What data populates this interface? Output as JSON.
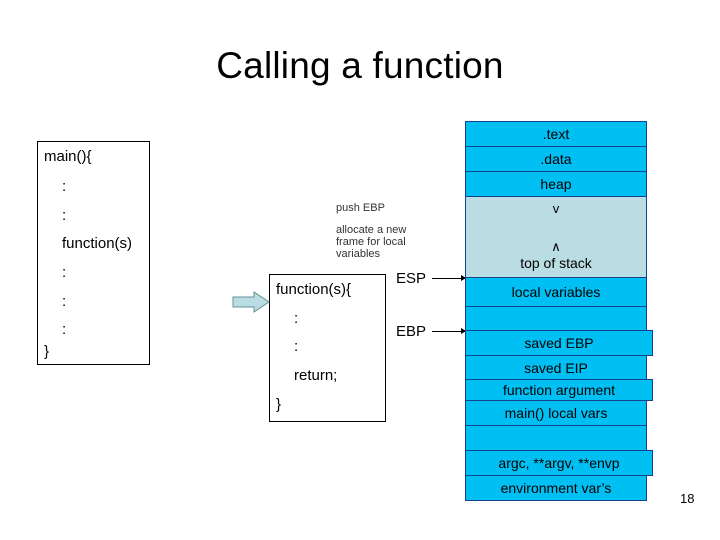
{
  "slide": {
    "title": "Calling a function",
    "page_number": "18"
  },
  "main_code": {
    "name": "main-function-code",
    "lines": [
      "main(){",
      ":",
      ":",
      "function(s)",
      ":",
      ":",
      ":",
      "}"
    ]
  },
  "function_code": {
    "name": "called-function-code",
    "lines": [
      "function(s){",
      ":",
      ":",
      "return;",
      "}"
    ]
  },
  "annotations": {
    "push_ebp": "push EBP",
    "allocate_frame": "allocate a new frame for local variables"
  },
  "registers": {
    "esp": "ESP",
    "ebp": "EBP"
  },
  "stack": {
    "rows": [
      {
        "label": ".text",
        "kind": "segment"
      },
      {
        "label": ".data",
        "kind": "segment"
      },
      {
        "label": "heap",
        "kind": "segment"
      },
      {
        "label": "top of stack",
        "kind": "gap",
        "glyph_down": "v",
        "glyph_up": "∧"
      },
      {
        "label": "local variables",
        "kind": "frame"
      },
      {
        "label": "",
        "kind": "frame"
      },
      {
        "label": "saved EBP",
        "kind": "frame"
      },
      {
        "label": "saved EIP",
        "kind": "frame"
      },
      {
        "label": "function argument",
        "kind": "frame"
      },
      {
        "label": "main() local vars",
        "kind": "frame"
      },
      {
        "label": "",
        "kind": "frame"
      },
      {
        "label": "argc, **argv, **envp",
        "kind": "frame"
      },
      {
        "label": "environment var’s",
        "kind": "frame"
      }
    ]
  },
  "colors": {
    "segment_fill": "#00bff3",
    "gap_fill": "#b9dde2",
    "stack_border": "#16428c",
    "arrow_fill": "#b9dde2",
    "arrow_border": "#6a8f99"
  }
}
